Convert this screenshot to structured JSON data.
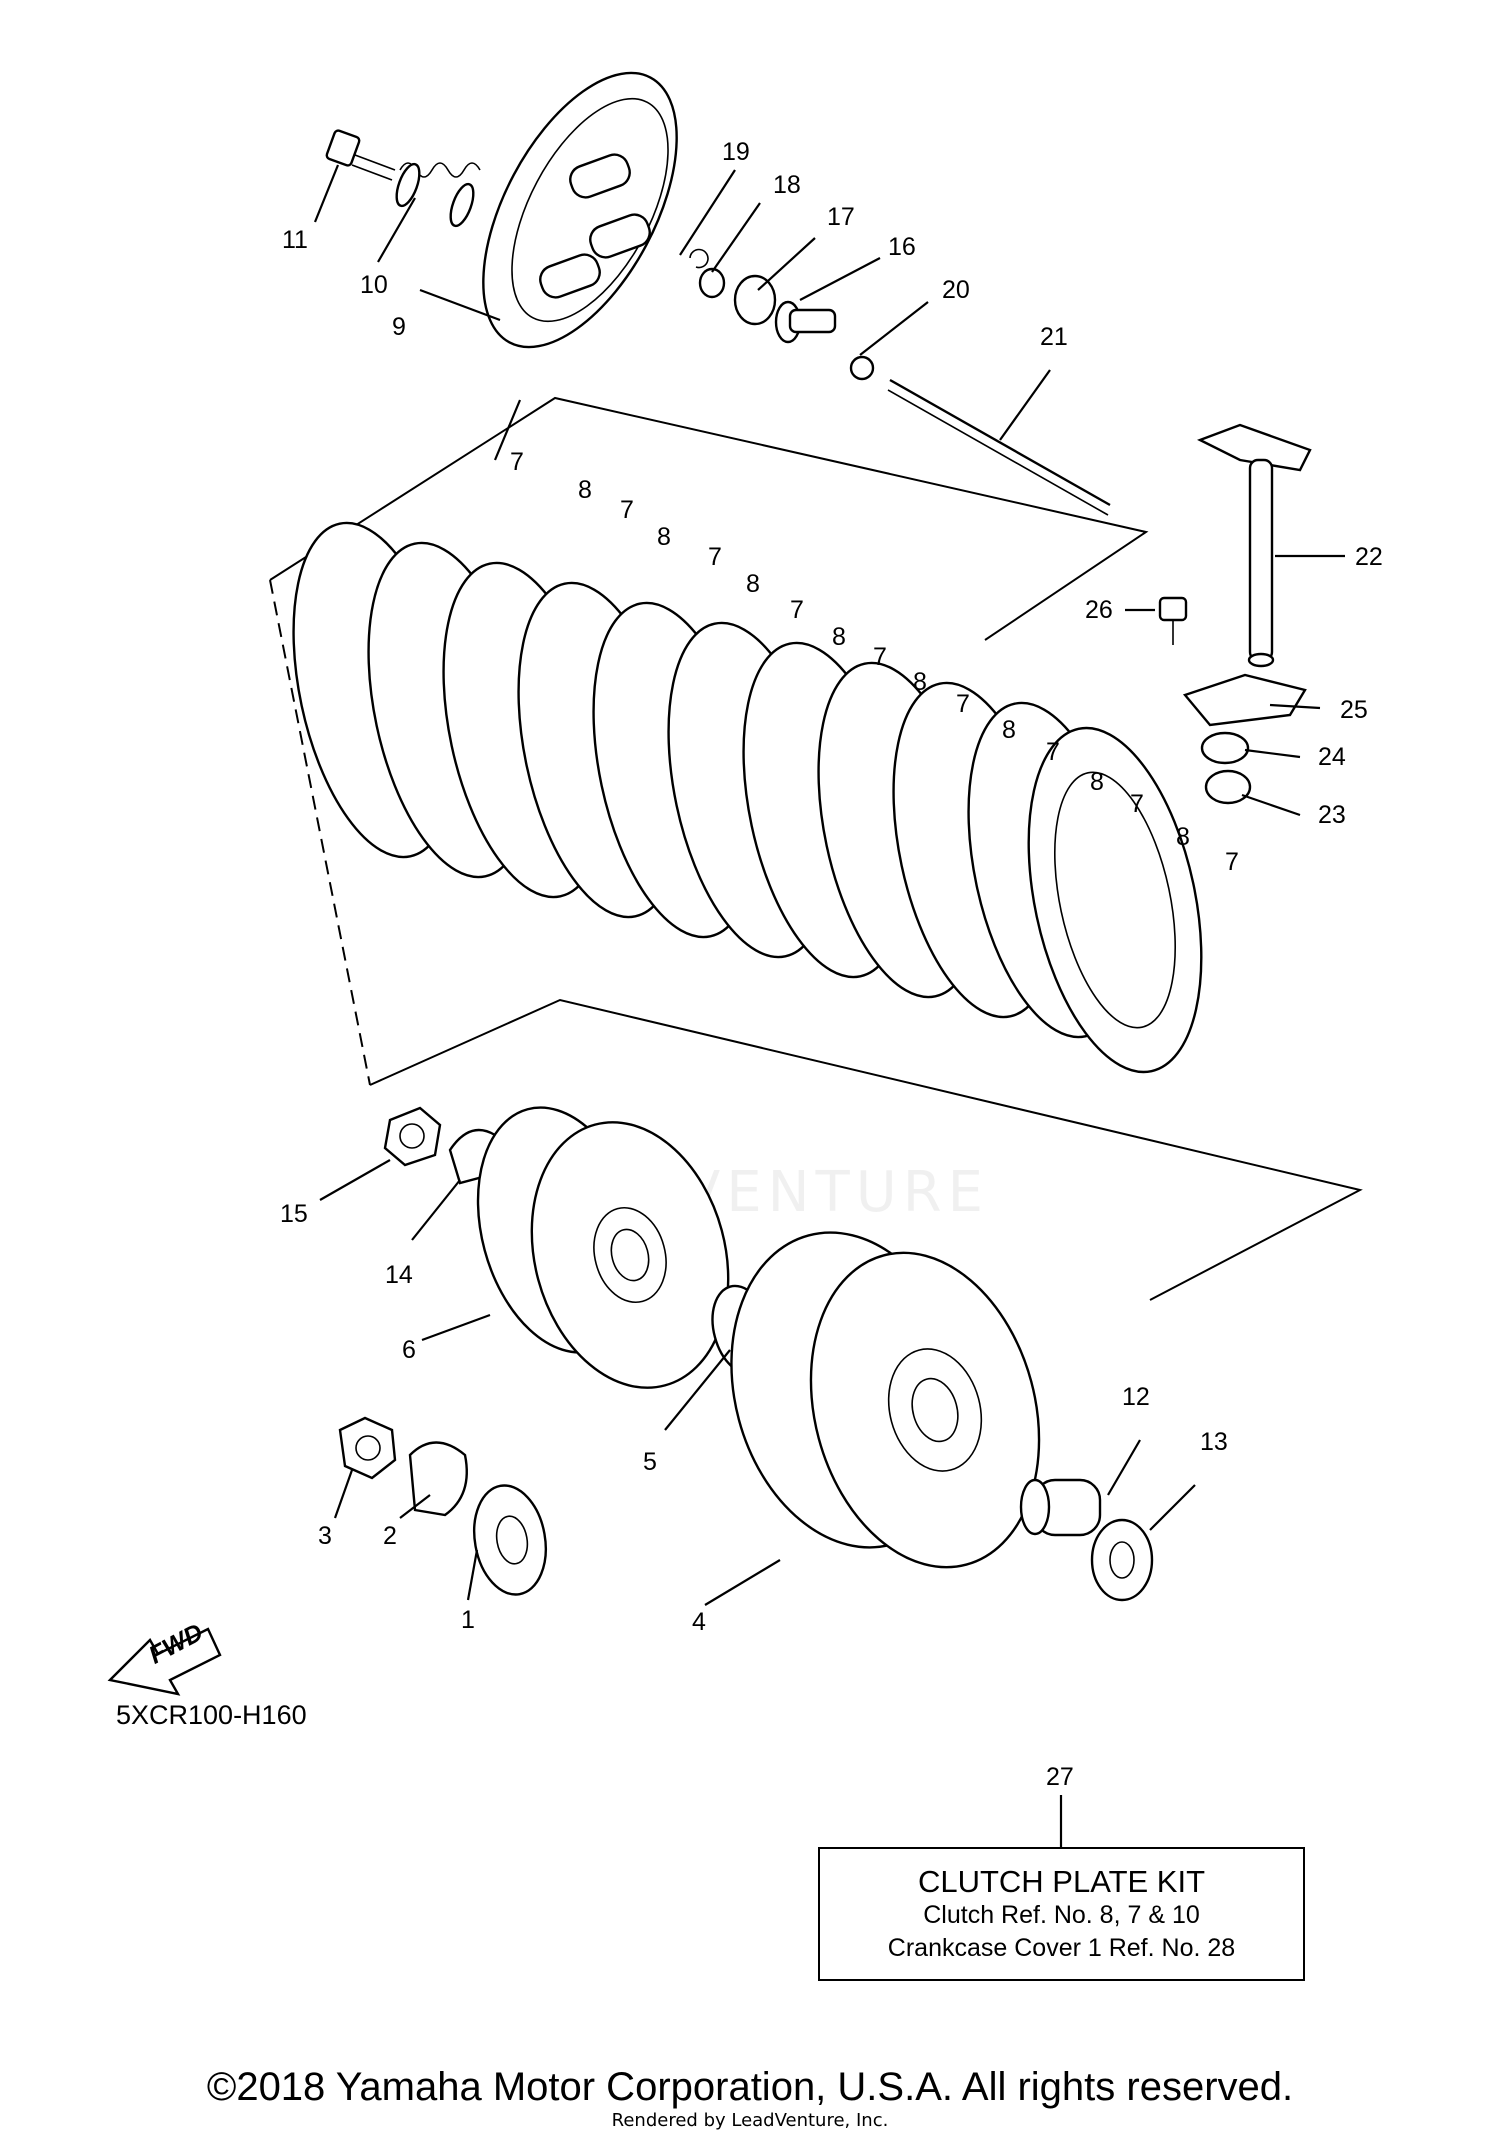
{
  "callouts": [
    {
      "label": "1"
    },
    {
      "label": "2"
    },
    {
      "label": "3"
    },
    {
      "label": "4"
    },
    {
      "label": "5"
    },
    {
      "label": "6"
    },
    {
      "label": "7"
    },
    {
      "label": "8"
    },
    {
      "label": "9"
    },
    {
      "label": "10"
    },
    {
      "label": "11"
    },
    {
      "label": "12"
    },
    {
      "label": "13"
    },
    {
      "label": "14"
    },
    {
      "label": "15"
    },
    {
      "label": "16"
    },
    {
      "label": "17"
    },
    {
      "label": "18"
    },
    {
      "label": "19"
    },
    {
      "label": "20"
    },
    {
      "label": "21"
    },
    {
      "label": "22"
    },
    {
      "label": "23"
    },
    {
      "label": "24"
    },
    {
      "label": "25"
    },
    {
      "label": "26"
    },
    {
      "label": "27"
    }
  ],
  "fwd_label": "FWD",
  "diagram_code": "5XCR100-H160",
  "kit": {
    "title": "CLUTCH PLATE KIT",
    "line1": "Clutch Ref. No. 8, 7 & 10",
    "line2": "Crankcase Cover 1 Ref. No. 28"
  },
  "watermark": "LEADVENTURE",
  "copyright": "©2018 Yamaha Motor Corporation, U.S.A. All rights reserved.",
  "rendered_by": "Rendered by LeadVenture, Inc."
}
